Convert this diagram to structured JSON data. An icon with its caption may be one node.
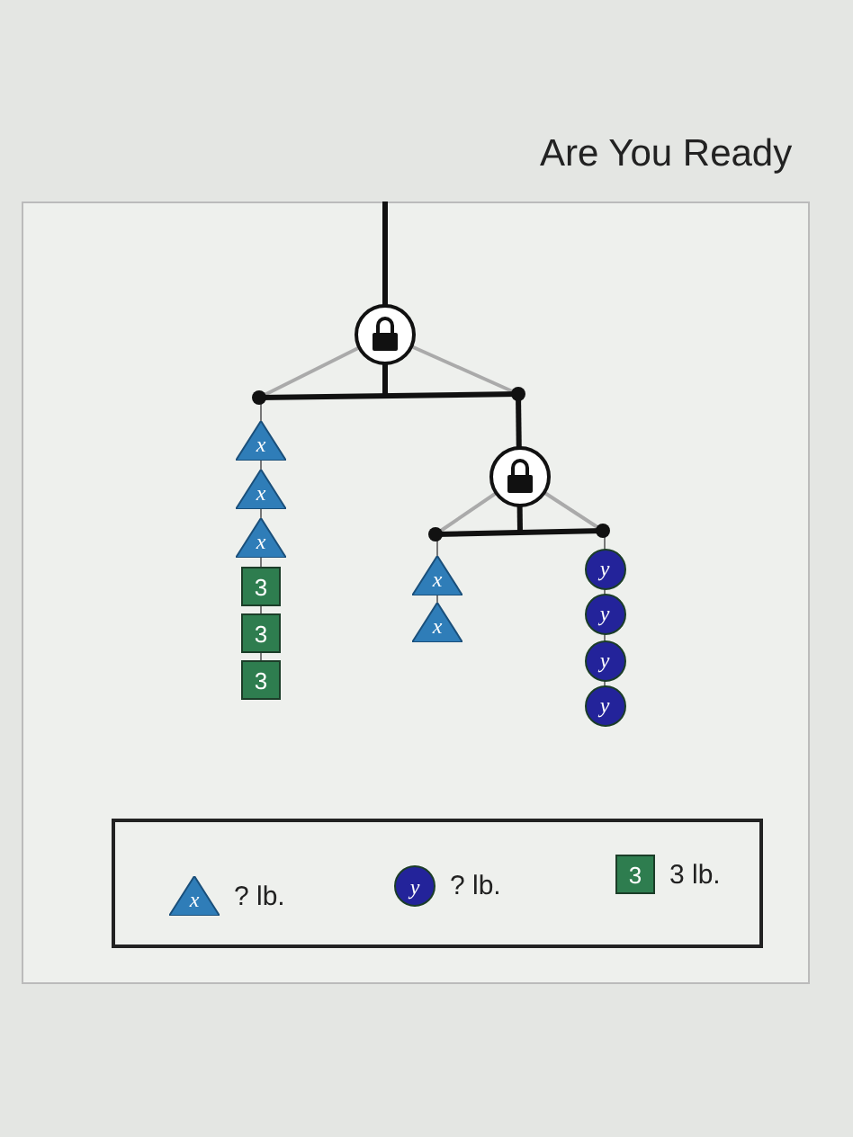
{
  "diagram": {
    "title": "Are You Ready",
    "nodes": [
      {
        "text": [
          "x"
        ]
      },
      {
        "text": [
          "x"
        ]
      },
      {
        "text": [
          "x"
        ]
      },
      {
        "text": [
          "3"
        ]
      },
      {
        "text": [
          "3"
        ]
      },
      {
        "text": [
          "3"
        ]
      },
      {
        "text": [
          "x"
        ]
      },
      {
        "text": [
          "x"
        ]
      },
      {
        "text": [
          "y"
        ]
      },
      {
        "text": [
          "y"
        ]
      },
      {
        "text": [
          "y"
        ]
      },
      {
        "text": [
          "y"
        ]
      },
      {
        "text": [
          "x"
        ]
      },
      {
        "text": [
          "y"
        ]
      },
      {
        "text": [
          "3"
        ]
      }
    ],
    "legend": [
      {
        "text": "? lb."
      },
      {
        "text": "? lb."
      },
      {
        "text": "3 lb."
      }
    ]
  }
}
